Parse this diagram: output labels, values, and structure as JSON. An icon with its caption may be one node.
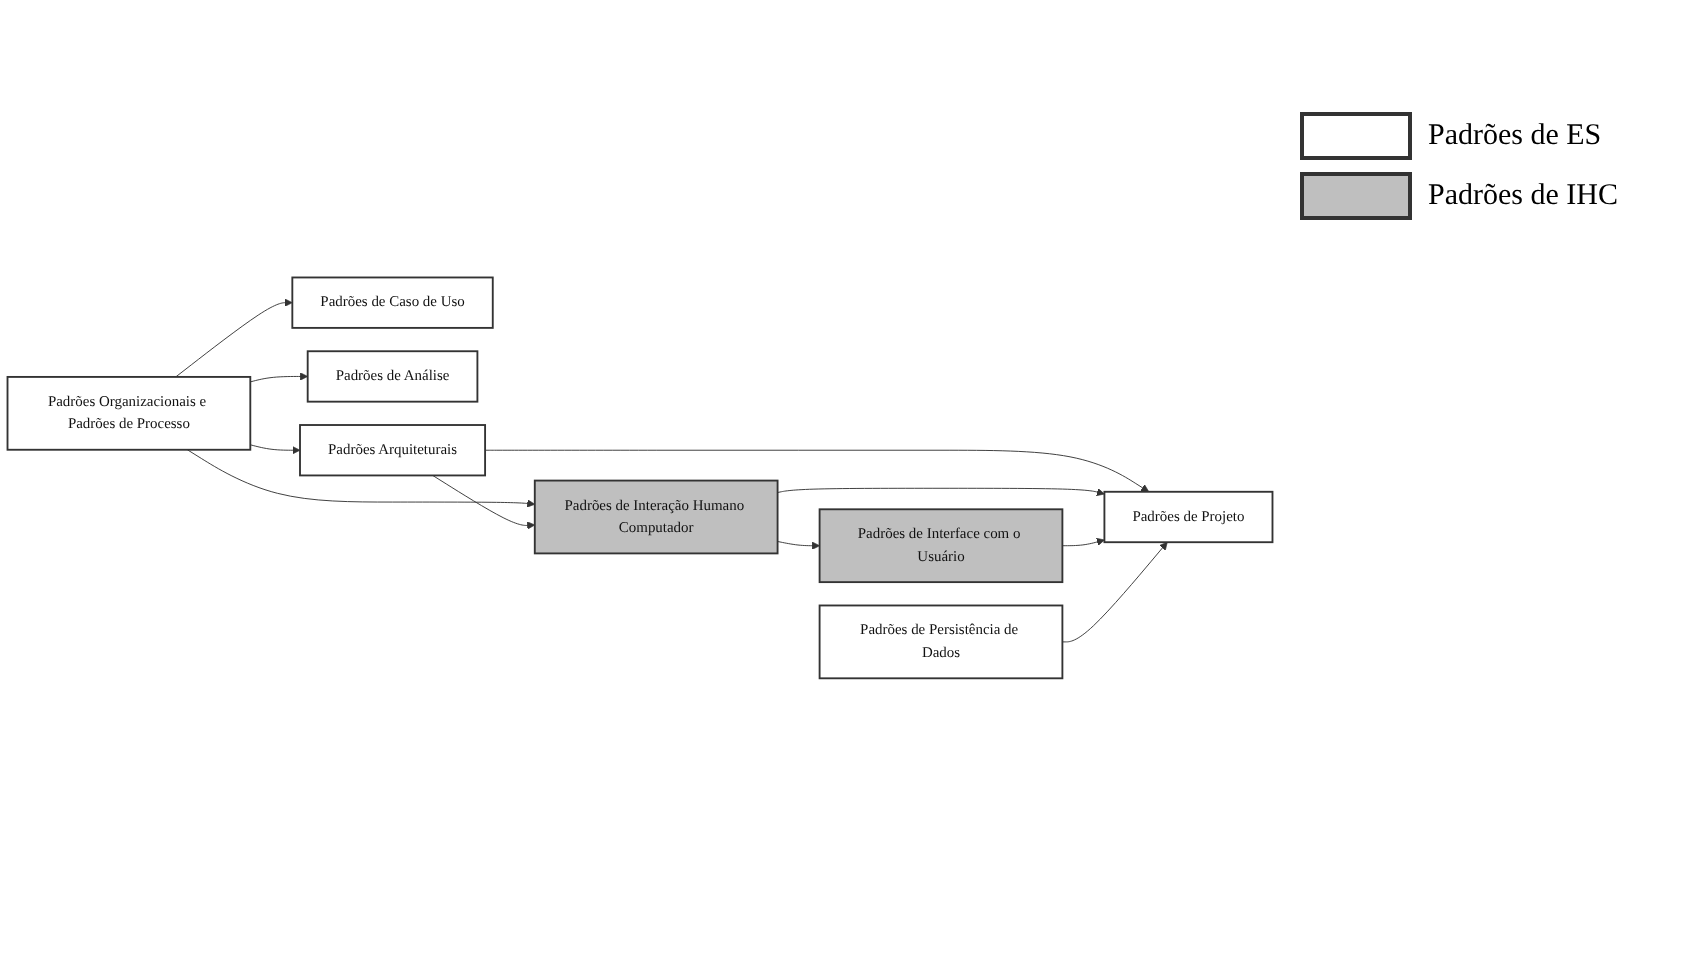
{
  "diagram": {
    "nodes": [
      {
        "text": [
          "Padrões Organizacionais e Padrões de Processo"
        ]
      },
      {
        "text": [
          "Padrões de Caso de Uso"
        ]
      },
      {
        "text": [
          "Padrões de Análise"
        ]
      },
      {
        "text": [
          "Padrões Arquiteturais"
        ]
      },
      {
        "text": [
          "Padrões de Interação Humano Computador"
        ]
      },
      {
        "text": [
          "Padrões de Interface com o Usuário"
        ]
      },
      {
        "text": [
          "Padrões de Projeto"
        ]
      },
      {
        "text": [
          "Padrões de Persistência de Dados"
        ]
      }
    ],
    "edges": [
      {
        "from": 0,
        "to": 1,
        "arrow": "to"
      },
      {
        "from": 0,
        "to": 2,
        "arrow": "to"
      },
      {
        "from": 0,
        "to": 3,
        "arrow": "to"
      },
      {
        "from": 0,
        "to": 4,
        "arrow": "to"
      },
      {
        "from": 3,
        "to": 4,
        "arrow": "to"
      },
      {
        "from": 4,
        "to": 5,
        "arrow": "to"
      },
      {
        "from": 3,
        "to": 6,
        "arrow": "to"
      },
      {
        "from": 4,
        "to": 6,
        "arrow": "to"
      },
      {
        "from": 5,
        "to": 6,
        "arrow": "to"
      },
      {
        "from": 7,
        "to": 6,
        "arrow": "to"
      }
    ],
    "legend": [
      {
        "text": "Padrões de ES",
        "color": "#ffffff"
      },
      {
        "text": "Padrões de IHC",
        "color": "#bfbfbf"
      }
    ]
  }
}
